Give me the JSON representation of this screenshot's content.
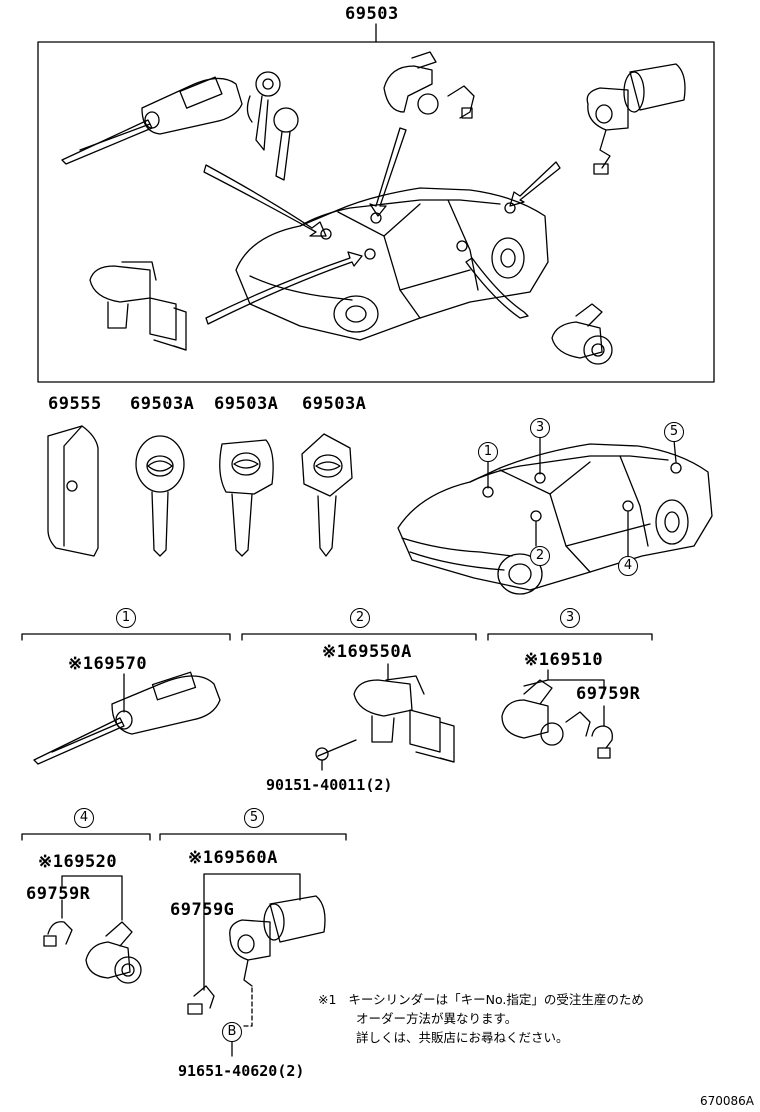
{
  "top_assembly": {
    "part_no": "69503"
  },
  "row_labels": {
    "keycase": "69555",
    "key1": "69503A",
    "key2": "69503A",
    "key3": "69503A"
  },
  "locations": [
    "1",
    "2",
    "3",
    "4",
    "5"
  ],
  "sections": {
    "s1": {
      "index": "1",
      "main_part": "※169570"
    },
    "s2": {
      "index": "2",
      "main_part": "※169550A",
      "screw": "90151-40011(2)"
    },
    "s3": {
      "index": "3",
      "main_part": "※169510",
      "sub_part": "69759R"
    },
    "s4": {
      "index": "4",
      "main_part": "※169520",
      "sub_part": "69759R"
    },
    "s5": {
      "index": "5",
      "main_part": "※169560A",
      "sub_part": "69759G",
      "ref_letter": "B",
      "bolt": "91651-40620(2)"
    }
  },
  "note": {
    "mark": "※1",
    "line1": "キーシリンダーは「キーNo.指定」の受注生産のため",
    "line2": "オーダー方法が異なります。",
    "line3": "詳しくは、共販店にお尋ねください。"
  },
  "figure_code": "670086A"
}
